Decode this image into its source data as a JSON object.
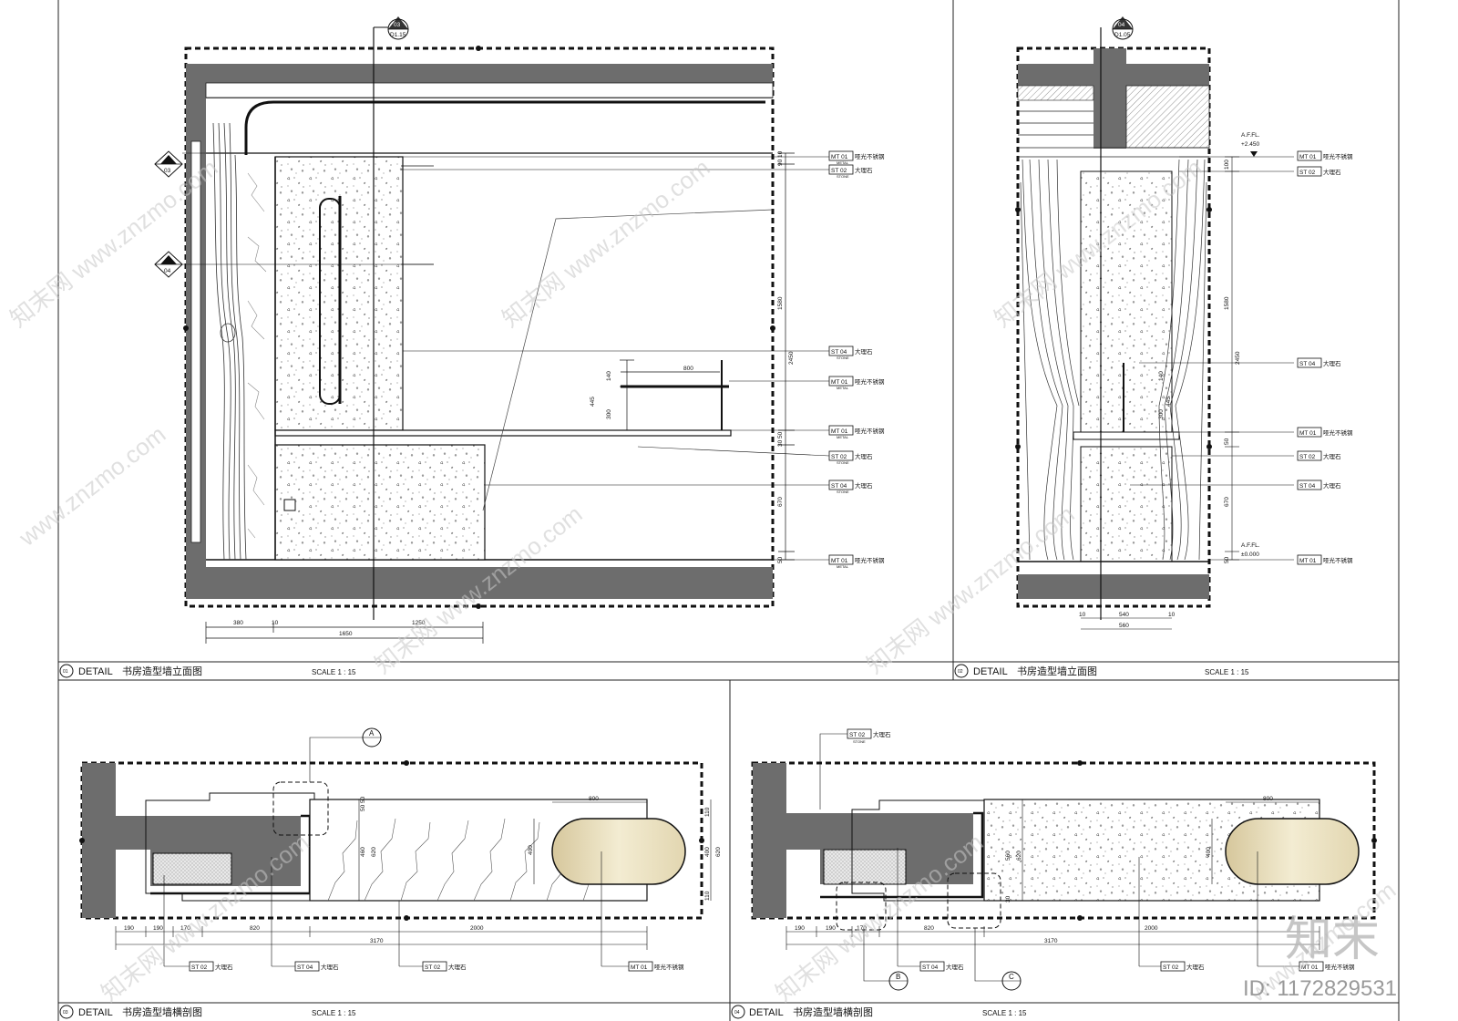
{
  "panels": [
    {
      "num": "01",
      "detail": "DETAIL",
      "title": "书房造型墙立面图",
      "scale": "SCALE  1 : 15"
    },
    {
      "num": "02",
      "detail": "DETAIL",
      "title": "书房造型墙立面图",
      "scale": "SCALE  1 : 15"
    },
    {
      "num": "03",
      "detail": "DETAIL",
      "title": "书房造型墙横剖图",
      "scale": "SCALE  1 : 15"
    },
    {
      "num": "04",
      "detail": "DETAIL",
      "title": "书房造型墙横剖图",
      "scale": "SCALE  1 : 15"
    }
  ],
  "section_markers": {
    "top_01": {
      "num": "03",
      "sheet": "D1.15"
    },
    "top_02": {
      "num": "04",
      "sheet": "D1.05"
    },
    "left_03": "03",
    "left_04": "04"
  },
  "callouts": {
    "a": "A",
    "b": "B",
    "c": "C"
  },
  "materials": {
    "mt01": {
      "code": "MT 01",
      "desc": "哑光不锈钢",
      "sub": "METAL"
    },
    "st02": {
      "code": "ST 02",
      "desc": "大理石",
      "sub": "STONE"
    },
    "st04": {
      "code": "ST 04",
      "desc": "大理石",
      "sub": "STONE"
    }
  },
  "afl": {
    "top_label": "A.F.FL.",
    "top_value": "+2.450",
    "bottom_label": "A.F.FL.",
    "bottom_value": "±0.000"
  },
  "dims_01": {
    "v_top": "90 10",
    "v_1580": "1580",
    "v_2450": "2450",
    "v_mid": "30 50",
    "v_670": "670",
    "v_bottom": "50",
    "shelf_800": "800",
    "shelf_140": "140",
    "shelf_445": "445",
    "shelf_300": "300",
    "h_380": "380",
    "h_10": "10",
    "h_1250": "1250",
    "h_1650": "1650"
  },
  "dims_02": {
    "v_100": "100",
    "v_1580": "1580",
    "v_2450": "2450",
    "v_50": "50",
    "v_670": "670",
    "v_50b": "50",
    "v_140": "140",
    "v_445": "445",
    "v_300": "300",
    "h_10a": "10",
    "h_540": "540",
    "h_10b": "10",
    "h_560": "560"
  },
  "dims_03": {
    "h_190a": "190",
    "h_190b": "190",
    "h_170": "170",
    "h_820": "820",
    "h_2000": "2000",
    "h_3170": "3170",
    "h_800": "800",
    "v_50a": "50 50",
    "v_460": "460",
    "v_620": "620",
    "v_400": "400",
    "v_110a": "110",
    "v_400b": "400",
    "v_620b": "620",
    "v_110b": "110"
  },
  "dims_04": {
    "h_190a": "190",
    "h_190b": "190",
    "h_170": "170",
    "h_820": "820",
    "h_2000": "2000",
    "h_3170": "3170",
    "h_800": "800",
    "v_560": "560",
    "v_620": "620",
    "v_400": "400",
    "v_30": "30"
  },
  "watermark": {
    "site": "www.znzmo.com",
    "brand": "知末网",
    "logo": "知末",
    "id": "ID: 1172829531"
  }
}
